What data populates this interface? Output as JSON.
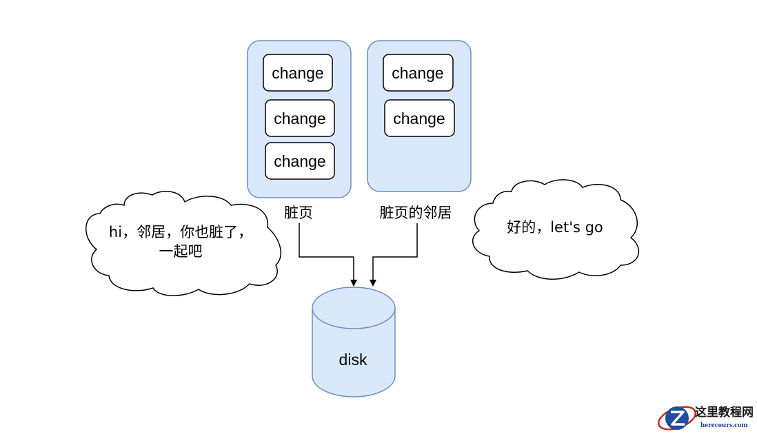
{
  "colors": {
    "container_fill": "#dae8fc",
    "container_stroke": "#6c8ebf",
    "box_fill": "#ffffff",
    "box_stroke": "#000000",
    "arrow": "#000000"
  },
  "diagram": {
    "dirty_page": {
      "label": "脏页",
      "changes": [
        "change",
        "change",
        "change"
      ]
    },
    "neighbor_page": {
      "label": "脏页的邻居",
      "changes": [
        "change",
        "change"
      ]
    },
    "disk": {
      "label": "disk"
    },
    "cloud_left": {
      "line1": "hi，邻居，你也脏了，",
      "line2": "一起吧"
    },
    "cloud_right": {
      "text": "好的，let's go"
    }
  },
  "watermark": {
    "name": "这里教程网",
    "url": "herecours.com",
    "logo_icon": "z-logo-icon"
  }
}
